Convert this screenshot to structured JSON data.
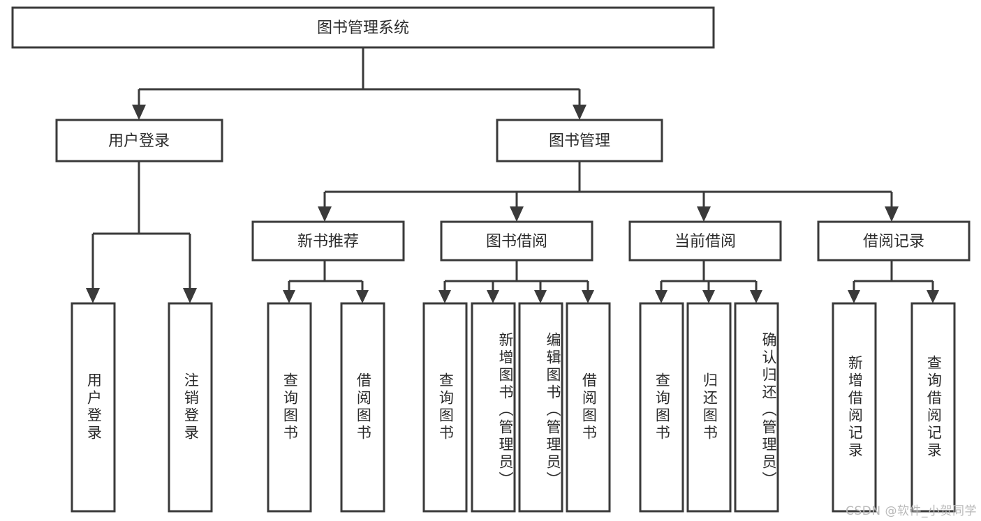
{
  "diagram": {
    "title": "图书管理系统",
    "type": "tree",
    "orientation": "top-down",
    "colors": {
      "box_fill": "#ffffff",
      "box_stroke": "#3a3a3a",
      "connector": "#3a3a3a",
      "text": "#2b2b2b",
      "background": "#ffffff",
      "watermark": "#b9b9b9"
    },
    "root": {
      "label": "图书管理系统"
    },
    "level2": [
      {
        "label": "用户登录"
      },
      {
        "label": "图书管理"
      }
    ],
    "level3": [
      {
        "label": "新书推荐"
      },
      {
        "label": "图书借阅"
      },
      {
        "label": "当前借阅"
      },
      {
        "label": "借阅记录"
      }
    ],
    "leaves": [
      {
        "label": "用户登录",
        "parent": "用户登录"
      },
      {
        "label": "注销登录",
        "parent": "用户登录"
      },
      {
        "label": "查询图书",
        "parent": "新书推荐"
      },
      {
        "label": "借阅图书",
        "parent": "新书推荐"
      },
      {
        "label": "查询图书",
        "parent": "图书借阅"
      },
      {
        "label": "新增图书（管理员）",
        "parent": "图书借阅"
      },
      {
        "label": "编辑图书（管理员）",
        "parent": "图书借阅"
      },
      {
        "label": "借阅图书",
        "parent": "图书借阅"
      },
      {
        "label": "查询图书",
        "parent": "当前借阅"
      },
      {
        "label": "归还图书",
        "parent": "当前借阅"
      },
      {
        "label": "确认归还（管理员）",
        "parent": "当前借阅"
      },
      {
        "label": "新增借阅记录",
        "parent": "借阅记录"
      },
      {
        "label": "查询借阅记录",
        "parent": "借阅记录"
      }
    ],
    "watermark": "CSDN @软件_小贺同学"
  }
}
